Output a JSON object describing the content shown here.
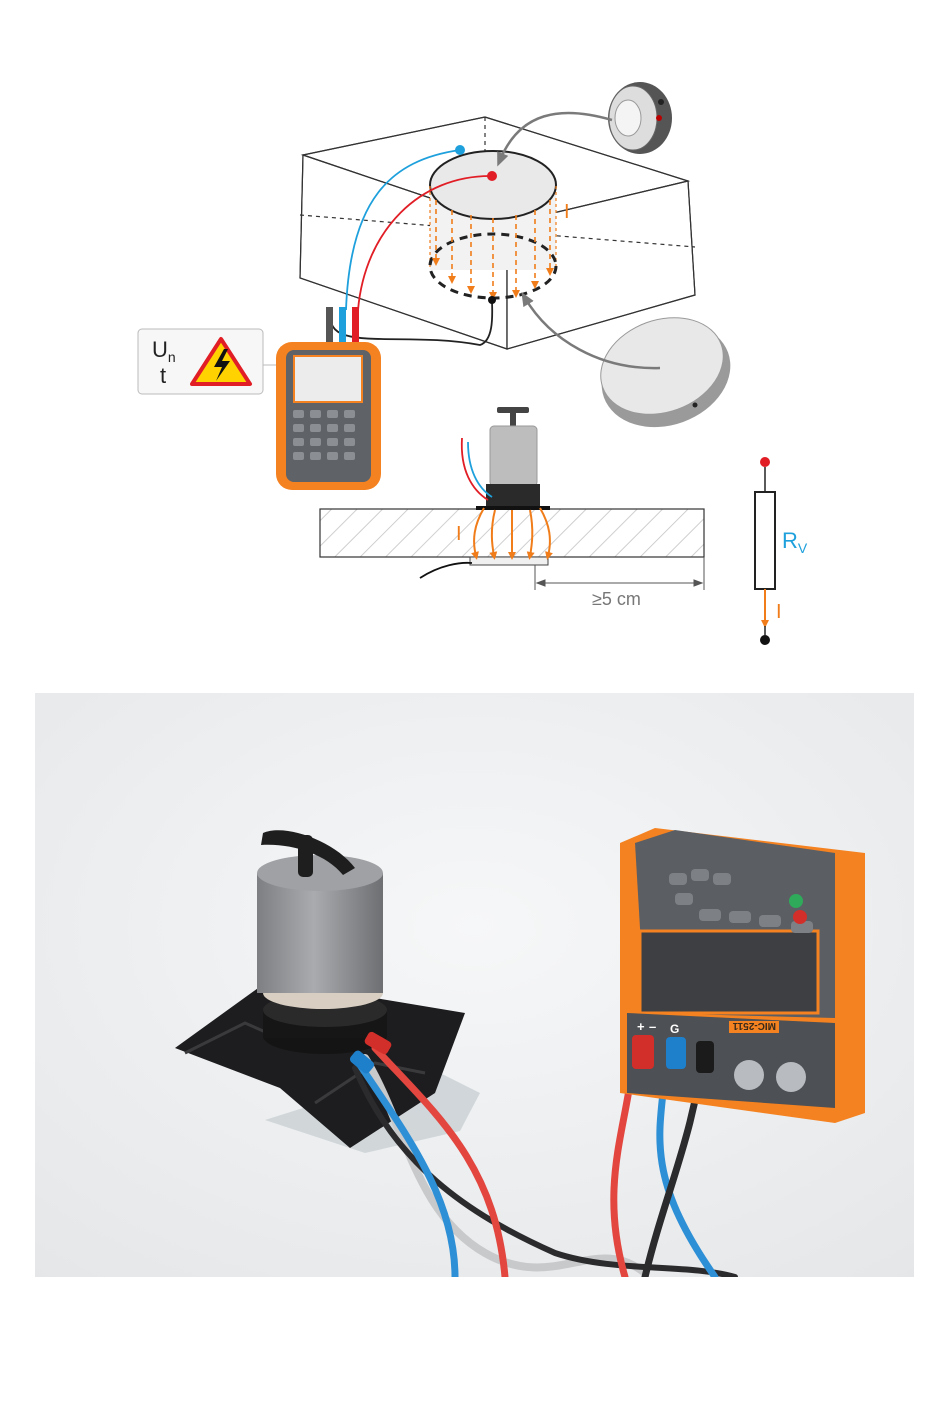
{
  "labels": {
    "voltage_symbol": "U",
    "voltage_subscript": "n",
    "time_symbol": "t",
    "current_cylinder": "I",
    "current_electrode": "I",
    "current_resistor": "I",
    "resistance_symbol": "R",
    "resistance_subscript": "V",
    "distance": "≥5 cm"
  },
  "photo": {
    "meter_socket_plus": "+",
    "meter_socket_minus": "–",
    "meter_socket_g": "G",
    "meter_model": "MIC-2511"
  },
  "colors": {
    "current": "#f07d1a",
    "lead_red": "#e11e26",
    "lead_blue": "#1ea0dc",
    "meter_orange": "#f58220",
    "meter_body": "#5f6266",
    "warning_yellow": "#ffd200"
  }
}
